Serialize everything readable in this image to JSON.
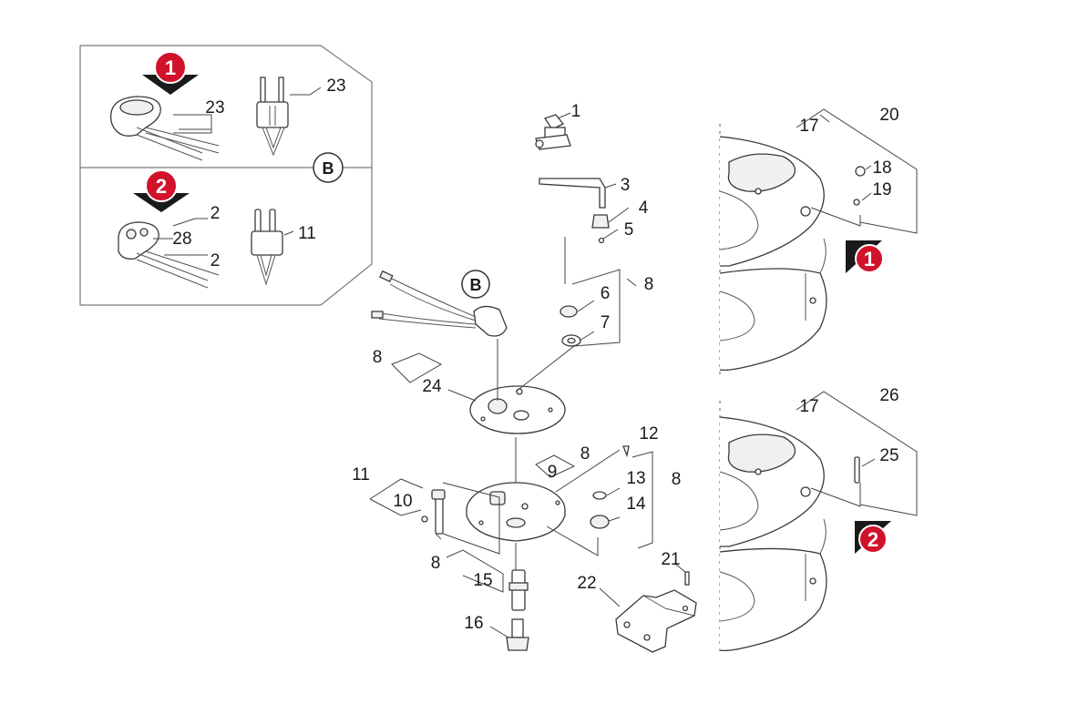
{
  "diagram": {
    "callouts": {
      "c1": "1",
      "c2": "2",
      "c2b": "2",
      "c3": "3",
      "c4": "4",
      "c5": "5",
      "c6": "6",
      "c7": "7",
      "c8a": "8",
      "c8b": "8",
      "c8c": "8",
      "c8d": "8",
      "c8e": "8",
      "c9": "9",
      "c10": "10",
      "c11a": "11",
      "c11b": "11",
      "c12": "12",
      "c13": "13",
      "c14": "14",
      "c15": "15",
      "c16": "16",
      "c17a": "17",
      "c17b": "17",
      "c18": "18",
      "c19": "19",
      "c20": "20",
      "c21": "21",
      "c22": "22",
      "c23a": "23",
      "c23b": "23",
      "c24": "24",
      "c25": "25",
      "c26": "26",
      "c28": "28"
    },
    "view_markers": {
      "b1": "B",
      "b2": "B"
    },
    "variant_badges": {
      "v1": "1",
      "v2": "2",
      "v1r": "1",
      "v2r": "2"
    },
    "colors": {
      "badge_red": "#d0132a",
      "arrow_dark": "#1a1a1a",
      "line": "#3a3a3a"
    }
  }
}
